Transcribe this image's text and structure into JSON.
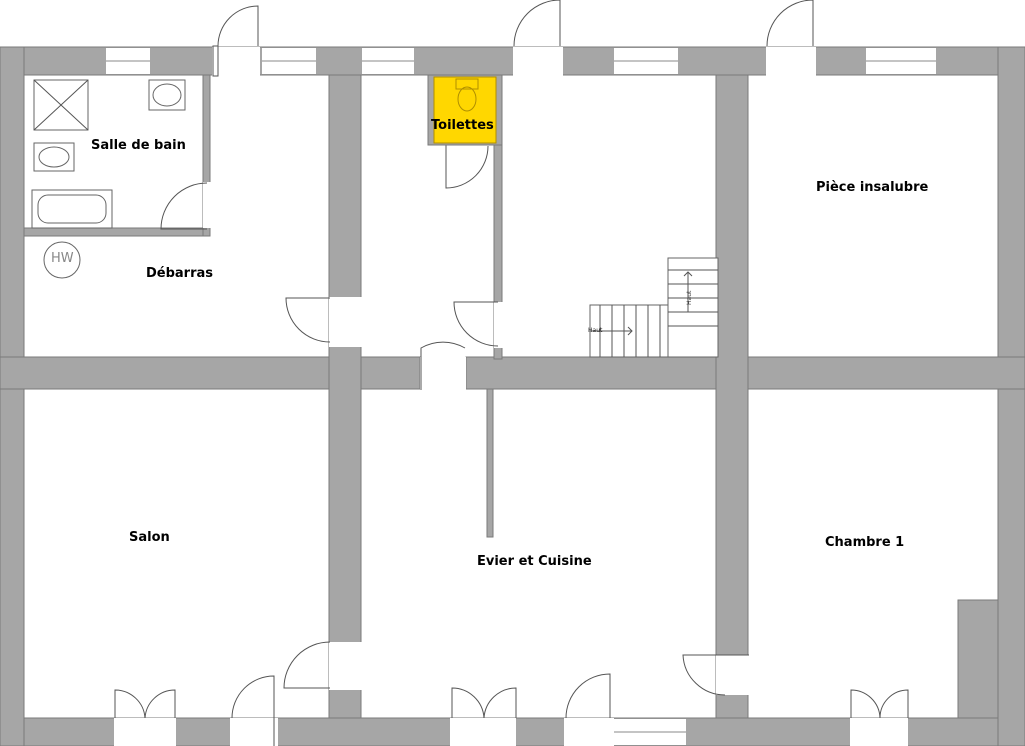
{
  "plan": {
    "rooms": {
      "bathroom": "Salle de bain",
      "storage": "Débarras",
      "toilets": "Toilettes",
      "unsanitary_room": "Pièce insalubre",
      "living_room": "Salon",
      "kitchen": "Evier et Cuisine",
      "bedroom": "Chambre 1"
    },
    "fixtures": {
      "water_heater": "HW",
      "stair_up_left": "Haut",
      "stair_up_right": "Haut"
    },
    "colors": {
      "wall": "#a6a6a6",
      "toilets_highlight": "#ffd700",
      "background": "#ffffff"
    }
  }
}
